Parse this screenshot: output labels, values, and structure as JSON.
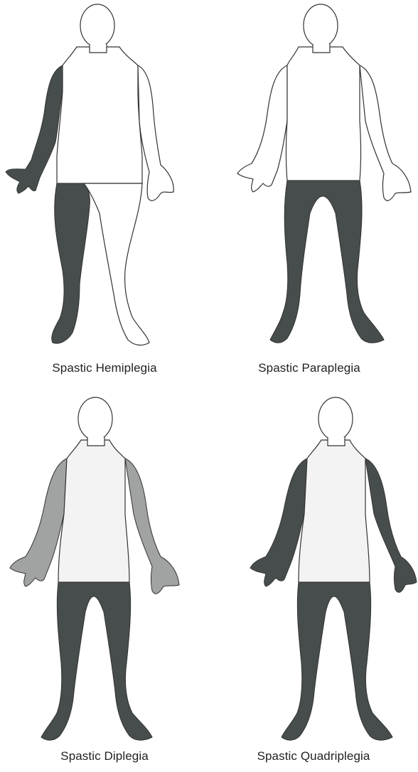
{
  "colors": {
    "spastic_dark": "#474d4c",
    "spastic_light": "#a0a3a2",
    "body_fill": "#ffffff",
    "torso_tint": "#f3f3f3",
    "outline": "#333333"
  },
  "figures": [
    {
      "id": "hemiplegia",
      "caption": "Spastic Hemiplegia",
      "shaded": [
        "right-arm",
        "right-leg"
      ]
    },
    {
      "id": "paraplegia",
      "caption": "Spastic Paraplegia",
      "shaded": [
        "both-legs"
      ]
    },
    {
      "id": "diplegia",
      "caption": "Spastic Diplegia",
      "shaded_dark": [
        "both-legs"
      ],
      "shaded_light": [
        "both-arms"
      ]
    },
    {
      "id": "quadriplegia",
      "caption": "Spastic Quadriplegia",
      "shaded": [
        "both-arms",
        "both-legs"
      ]
    }
  ]
}
